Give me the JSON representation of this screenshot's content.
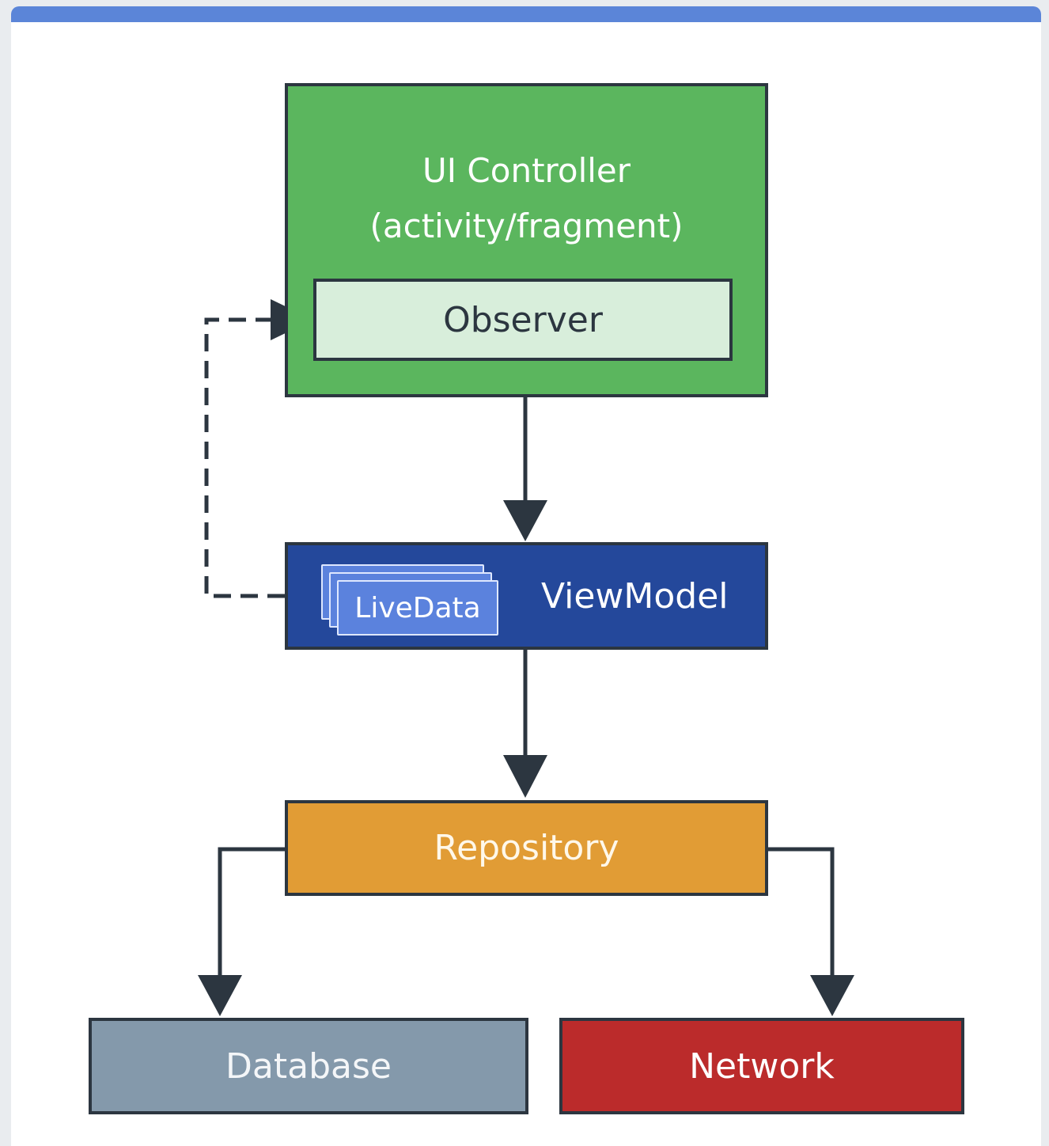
{
  "diagram": {
    "ui_controller": {
      "line1": "UI Controller",
      "line2": "(activity/fragment)"
    },
    "observer": "Observer",
    "viewmodel": "ViewModel",
    "livedata": "LiveData",
    "repository": "Repository",
    "database": "Database",
    "network": "Network"
  },
  "colors": {
    "header_bar": "#5b85d8",
    "ui_controller": "#5bb65e",
    "observer": "#d8eedb",
    "viewmodel": "#24489b",
    "livedata": "#5b82dd",
    "repository": "#e19c35",
    "database": "#8499ab",
    "network": "#bb2b2b",
    "connector": "#2c3640"
  }
}
